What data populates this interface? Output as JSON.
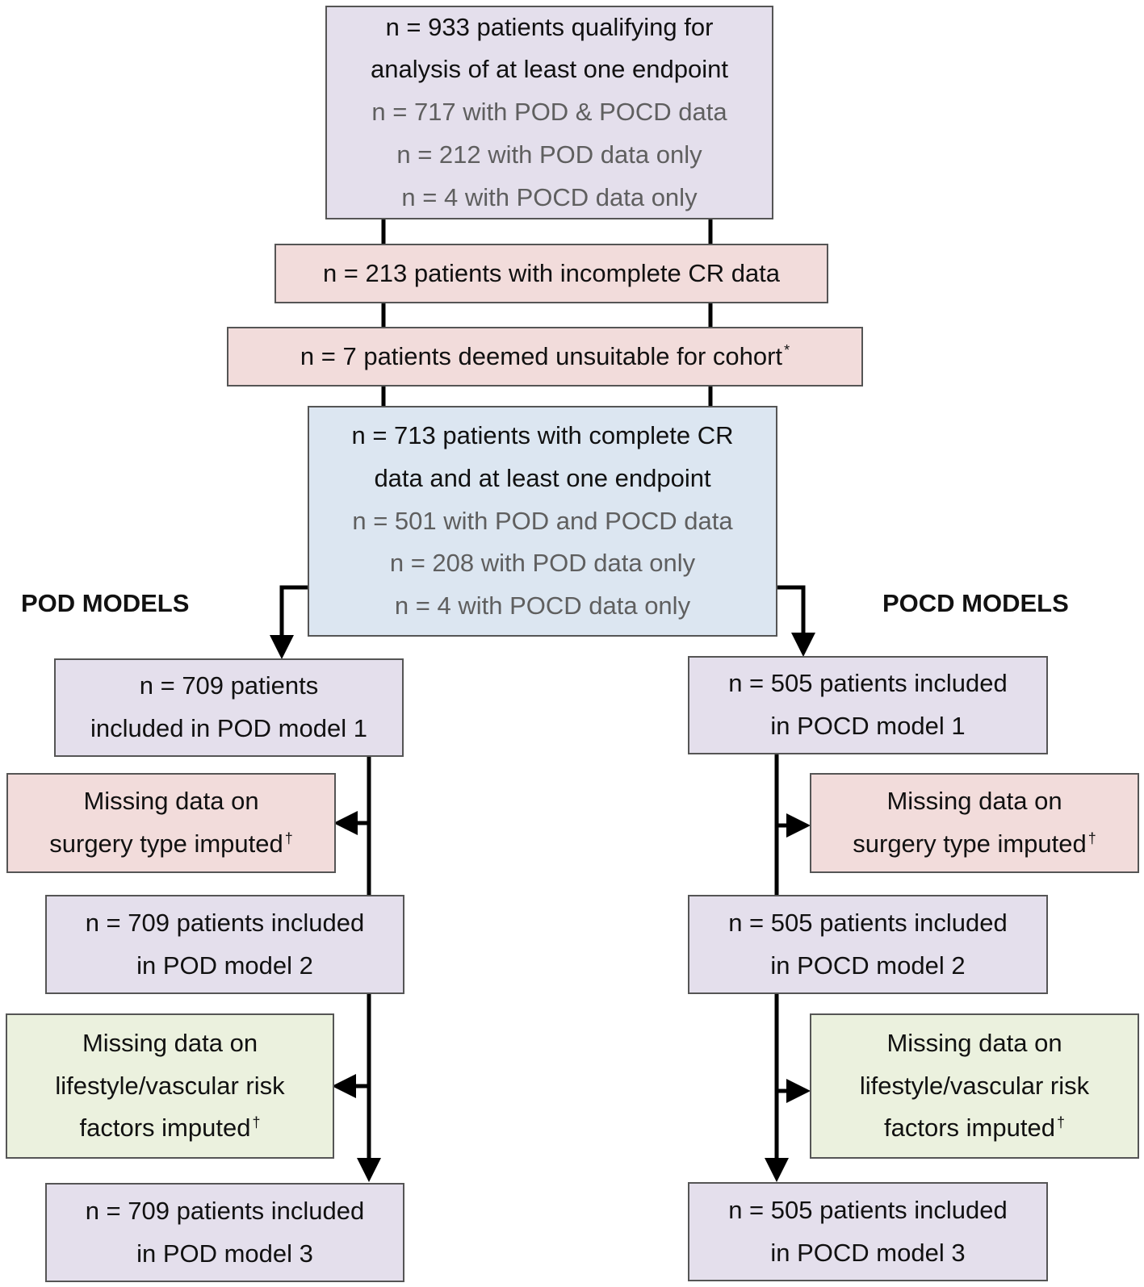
{
  "top_box": {
    "line1": "n = 933 patients qualifying for",
    "line2": "analysis of at least one endpoint",
    "line3": "n = 717 with POD & POCD data",
    "line4": "n = 212 with POD data only",
    "line5": "n = 4 with POCD data only"
  },
  "incomplete_box": {
    "text": "n = 213 patients with incomplete CR data"
  },
  "unsuitable_box": {
    "text": "n = 7 patients deemed unsuitable for cohort",
    "mark": "*"
  },
  "complete_box": {
    "line1": "n = 713 patients with complete CR",
    "line2": "data and at least one endpoint",
    "line3": "n = 501 with POD and POCD data",
    "line4": "n = 208 with POD data only",
    "line5": "n = 4 with POCD data only"
  },
  "pod": {
    "heading": "POD MODELS",
    "model1": {
      "line1": "n = 709 patients",
      "line2": "included in POD model 1"
    },
    "surgery": {
      "line1": "Missing data on",
      "line2": "surgery type imputed",
      "mark": "†"
    },
    "model2": {
      "line1": "n = 709 patients included",
      "line2": "in POD model 2"
    },
    "lifestyle": {
      "line1": "Missing data on",
      "line2": "lifestyle/vascular risk",
      "line3": "factors imputed",
      "mark": "†"
    },
    "model3": {
      "line1": "n = 709 patients included",
      "line2": "in POD model 3"
    }
  },
  "pocd": {
    "heading": "POCD MODELS",
    "model1": {
      "line1": "n = 505 patients included",
      "line2": "in POCD model 1"
    },
    "surgery": {
      "line1": "Missing data on",
      "line2": "surgery type imputed",
      "mark": "†"
    },
    "model2": {
      "line1": "n = 505 patients included",
      "line2": "in POCD model 2"
    },
    "lifestyle": {
      "line1": "Missing data on",
      "line2": "lifestyle/vascular risk",
      "line3": "factors imputed",
      "mark": "†"
    },
    "model3": {
      "line1": "n = 505 patients included",
      "line2": "in POCD model 3"
    }
  },
  "colors": {
    "purple_box": "#e4dfec",
    "pink_box": "#f2dcdb",
    "blue_box": "#dce6f1",
    "green_box": "#ebf1de",
    "secondary_text": "#5f5f5f"
  }
}
